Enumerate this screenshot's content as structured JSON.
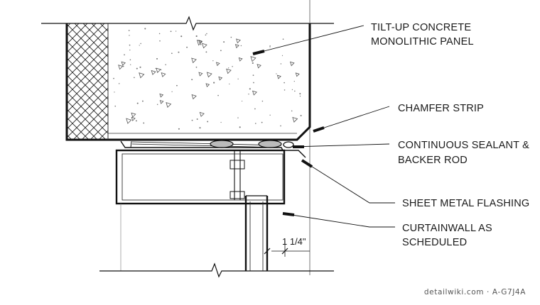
{
  "labels": {
    "panel_line1": "TILT-UP CONCRETE",
    "panel_line2": "MONOLITHIC PANEL",
    "chamfer": "CHAMFER STRIP",
    "sealant_line1": "CONTINUOUS SEALANT &",
    "sealant_line2": "BACKER ROD",
    "flashing": "SHEET METAL FLASHING",
    "curtainwall_line1": "CURTAINWALL AS",
    "curtainwall_line2": "SCHEDULED"
  },
  "dimension": "1 1/4\"",
  "credit": "detailwiki.com · A-G7J4A",
  "colors": {
    "ink": "#111111",
    "insulation": "#1a1a1a"
  }
}
